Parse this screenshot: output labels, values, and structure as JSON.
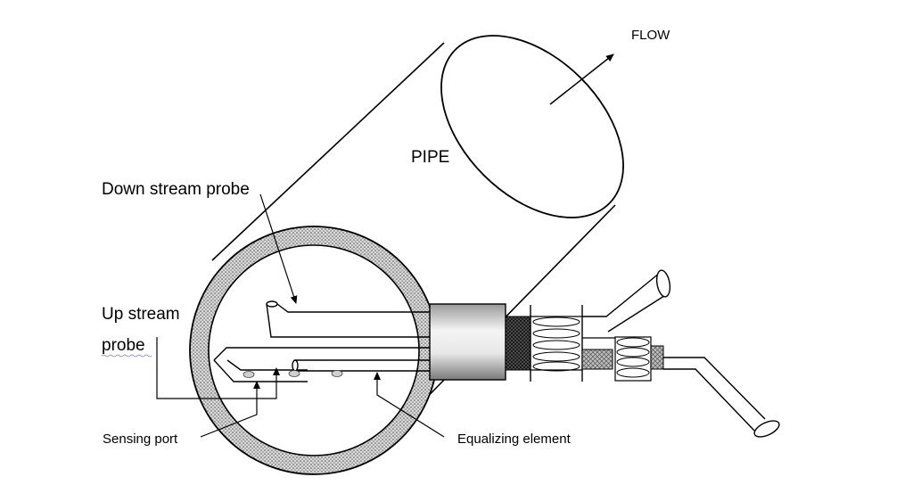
{
  "labels": {
    "flow": "FLOW",
    "pipe": "PIPE",
    "down_stream_probe": "Down stream probe",
    "up_stream_line1": "Up stream",
    "up_stream_line2": "probe",
    "sensing_port": "Sensing port",
    "equalizing_element": "Equalizing element"
  },
  "colors": {
    "stroke": "#000000",
    "background": "#ffffff",
    "pipe_wall_pattern": "#9a9a9a",
    "mesh_dark": "#2b2b2b"
  }
}
